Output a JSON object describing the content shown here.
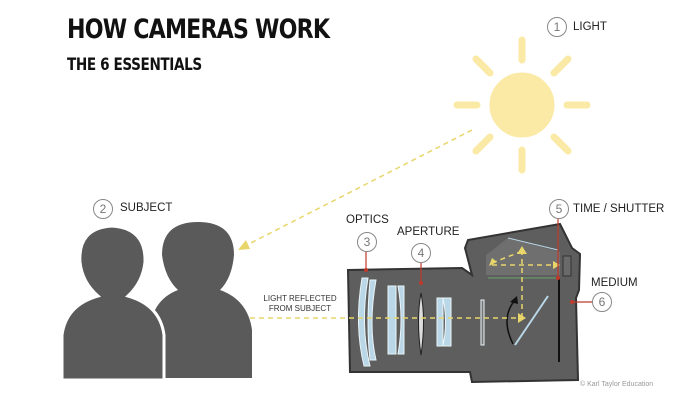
{
  "title": "HOW CAMERAS WORK",
  "subtitle": "THE 6 ESSENTIALS",
  "essentials": [
    {
      "number": "1",
      "label": "LIGHT"
    },
    {
      "number": "2",
      "label": "SUBJECT"
    },
    {
      "number": "3",
      "label": "OPTICS"
    },
    {
      "number": "4",
      "label": "APERTURE"
    },
    {
      "number": "5",
      "label": "TIME / SHUTTER"
    },
    {
      "number": "6",
      "label": "MEDIUM"
    }
  ],
  "reflected_label_line1": "LIGHT REFLECTED",
  "reflected_label_line2": "FROM SUBJECT",
  "credit": "© Karl Taylor Education",
  "colors": {
    "sun": "#fbe9a6",
    "light_path": "#e8d66a",
    "camera": "#5e5e5e",
    "silhouette": "#5a5a5a",
    "pointer": "#c0392b",
    "lens": "#b9d7e6"
  }
}
